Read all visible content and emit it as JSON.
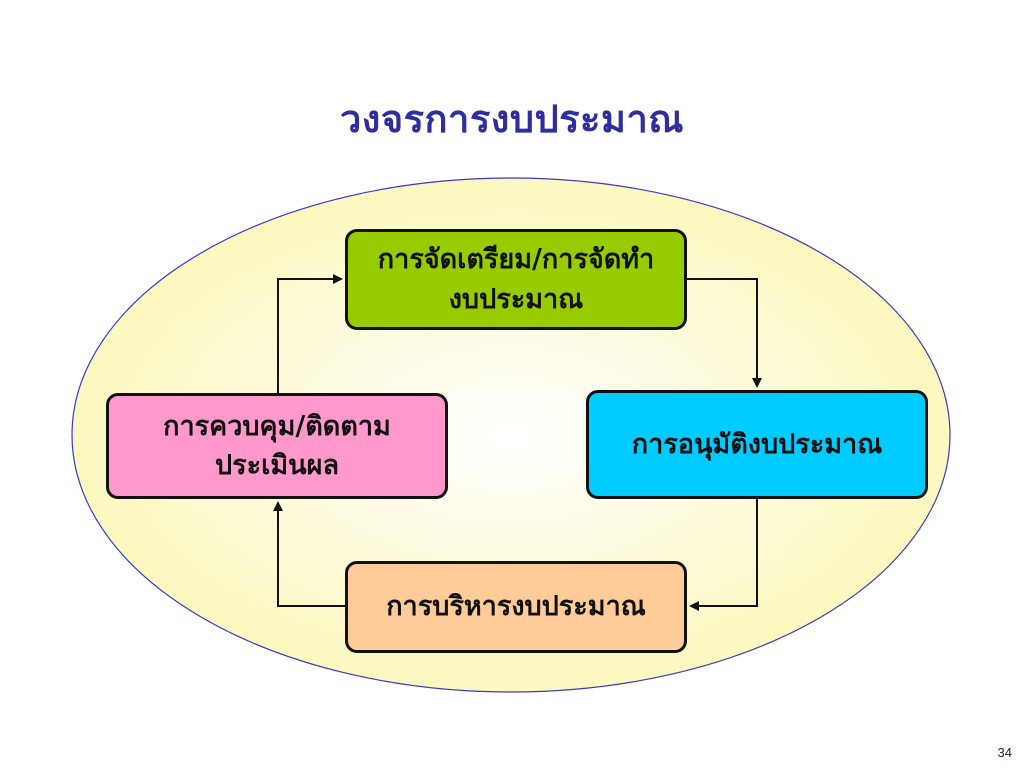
{
  "title": "วงจรการงบประมาณ",
  "colors": {
    "ellipse_fill": "#fdfbd0",
    "ellipse_stroke": "#3a3ac8",
    "prepare": "#99cc00",
    "approve": "#00ccff",
    "execute": "#ffcc99",
    "control": "#ff99cc",
    "title": "#2e2e9e"
  },
  "steps": {
    "prepare": {
      "line1": "การจัดเตรียม/การจัดทำ",
      "line2": "งบประมาณ"
    },
    "approve": {
      "line1": "การอนุมัติงบประมาณ"
    },
    "execute": {
      "line1": "การบริหารงบประมาณ"
    },
    "control": {
      "line1": "การควบคุม/ติดตาม",
      "line2": "ประเมินผล"
    }
  },
  "page_number": "34"
}
